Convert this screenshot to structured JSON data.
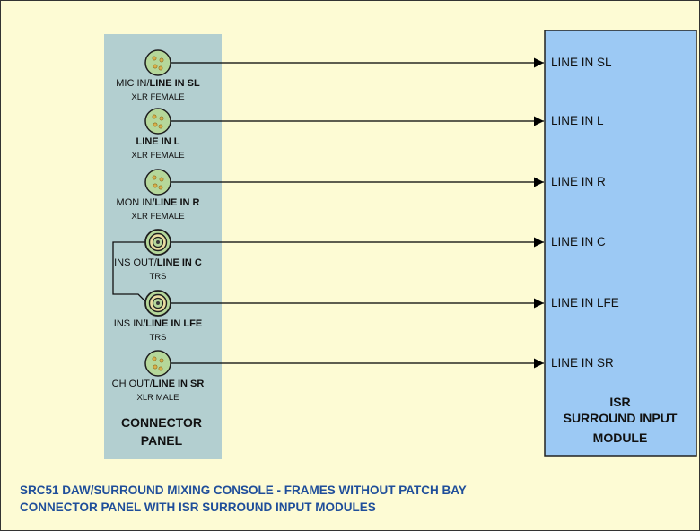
{
  "colors": {
    "background": "#fdfbd4",
    "panel": "#b3cfd0",
    "module": "#9cc9f4",
    "connector_fill": "#b5d79a",
    "connector_ring": "#1e1e1e",
    "pin": "#d9b04a",
    "trs_core": "#e9dca0",
    "caption": "#1f4e9a"
  },
  "connector_panel": {
    "title_line1": "CONNECTOR",
    "title_line2": "PANEL",
    "connectors": [
      {
        "icon": "xlr-female-icon",
        "kind": "xlr",
        "label_normal": "MIC IN/",
        "label_bold": "LINE IN SL",
        "type": "XLR FEMALE"
      },
      {
        "icon": "xlr-female-icon",
        "kind": "xlr",
        "label_normal": "",
        "label_bold": "LINE IN L",
        "type": "XLR FEMALE"
      },
      {
        "icon": "xlr-female-icon",
        "kind": "xlr",
        "label_normal": "MON IN/",
        "label_bold": "LINE IN R",
        "type": "XLR FEMALE"
      },
      {
        "icon": "trs-jack-icon",
        "kind": "trs",
        "label_normal": "INS OUT/",
        "label_bold": "LINE IN C",
        "type": "TRS"
      },
      {
        "icon": "trs-jack-icon",
        "kind": "trs",
        "label_normal": "INS IN/",
        "label_bold": "LINE IN LFE",
        "type": "TRS"
      },
      {
        "icon": "xlr-male-icon",
        "kind": "xlr",
        "label_normal": "CH OUT/",
        "label_bold": "LINE IN SR",
        "type": "XLR MALE"
      }
    ]
  },
  "module": {
    "title_line1": "ISR",
    "title_line2": "SURROUND INPUT",
    "title_line3": "MODULE",
    "inputs": [
      "LINE IN SL",
      "LINE IN L",
      "LINE IN R",
      "LINE IN C",
      "LINE IN LFE",
      "LINE IN SR"
    ]
  },
  "caption": {
    "line1": "SRC51 DAW/SURROUND MIXING CONSOLE - FRAMES WITHOUT PATCH BAY",
    "line2": "CONNECTOR PANEL WITH ISR SURROUND INPUT MODULES"
  }
}
